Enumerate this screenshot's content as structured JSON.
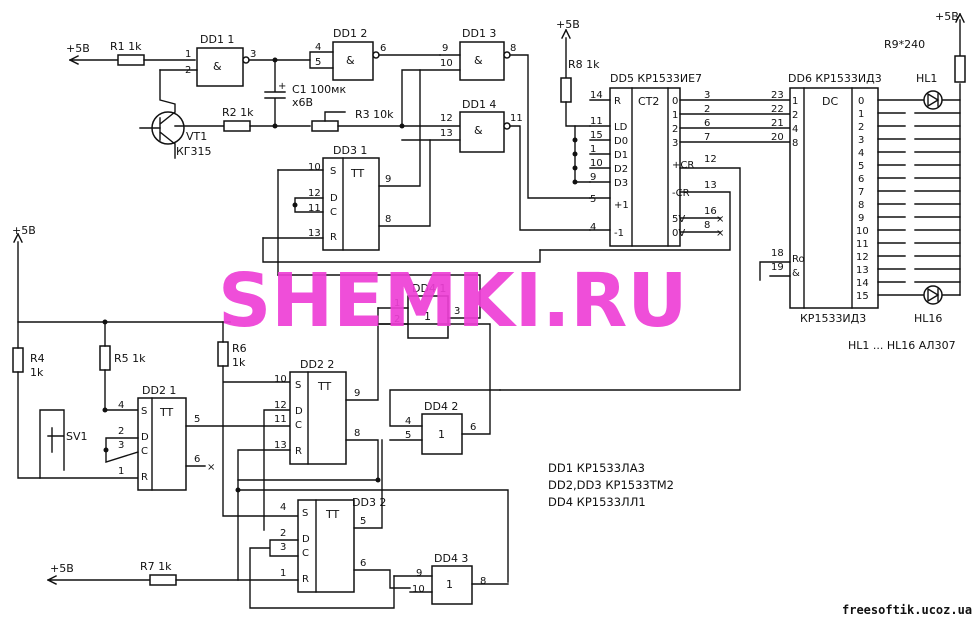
{
  "watermark": "SHEMKI.RU",
  "site": "freesoftik.ucoz.ua",
  "supply": {
    "plus5": "+5B"
  },
  "resistors": {
    "r1": "R1 1k",
    "r2": "R2 1k",
    "r3": "R3 10k",
    "r4": "R4",
    "r4v": "1k",
    "r5": "R5 1k",
    "r6": "R6",
    "r6v": "1k",
    "r7": "R7 1k",
    "r8": "R8 1k",
    "r9": "R9*240"
  },
  "capacitor": {
    "name": "C1 100мк",
    "volt": "х6В",
    "mark": "+"
  },
  "transistor": {
    "name": "VT1",
    "type": "КГ315"
  },
  "switch": "SV1",
  "gates": {
    "dd11": "DD1 1",
    "dd12": "DD1 2",
    "dd13": "DD1 3",
    "dd14": "DD1 4",
    "dd31": "DD3 1",
    "dd32": "DD3 2",
    "dd21": "DD2 1",
    "dd22": "DD2 2",
    "dd41": "DD4 1",
    "dd42": "DD4 2",
    "dd43": "DD4 3",
    "and": "&",
    "tt": "TT",
    "one": "1"
  },
  "dd5": {
    "title": "DD5 КР1533ИЕ7",
    "func": "CT2",
    "inputs": [
      "R",
      "LD",
      "D0",
      "D1",
      "D2",
      "D3",
      "+1",
      "-1"
    ],
    "outputs": [
      "0",
      "1",
      "2",
      "3",
      "+CR",
      "-CR",
      "5V",
      "0V"
    ]
  },
  "dd6": {
    "title": "DD6 КР1533ИД3",
    "bottom": "КР1533ИД3",
    "func": "DC",
    "inputs": [
      "1",
      "2",
      "4",
      "8",
      "Ro",
      "&"
    ],
    "outputs": [
      "0",
      "1",
      "2",
      "3",
      "4",
      "5",
      "6",
      "7",
      "8",
      "9",
      "10",
      "11",
      "12",
      "13",
      "14",
      "15"
    ]
  },
  "leds": {
    "hl1": "HL1",
    "hl16": "HL16",
    "note": "HL1 ... HL16 АЛ307"
  },
  "legend": [
    "DD1 КР1533ЛА3",
    "DD2,DD3 КР1533ТМ2",
    "DD4 КР1533ЛЛ1"
  ]
}
